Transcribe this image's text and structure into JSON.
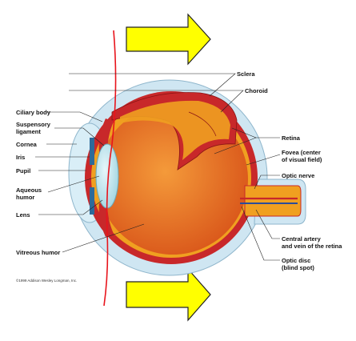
{
  "labels": {
    "sclera": "Sclera",
    "choroid": "Choroid",
    "ciliary_body": "Ciliary body",
    "suspensory_1": "Suspensory",
    "suspensory_2": "ligament",
    "cornea": "Cornea",
    "iris": "Iris",
    "pupil": "Pupil",
    "aqueous_1": "Aqueous",
    "aqueous_2": "humor",
    "lens": "Lens",
    "vitreous": "Vitreous humor",
    "retina": "Retina",
    "fovea_1": "Fovea (center",
    "fovea_2": "of visual field)",
    "optic_nerve": "Optic nerve",
    "artery_1": "Central artery",
    "artery_2": "and vein of the retina",
    "disc_1": "Optic disc",
    "disc_2": "(blind spot)"
  },
  "copyright": "©1999 Addison Wesley Longman, Inc.",
  "colors": {
    "arrow_fill": "#ffff00",
    "annotation_line": "#e8141c",
    "sclera": "#cfe6f2",
    "choroid": "#c8282a",
    "retina": "#f0a020",
    "vitreous": "#e8701c",
    "lens": "#bfe3ec"
  }
}
